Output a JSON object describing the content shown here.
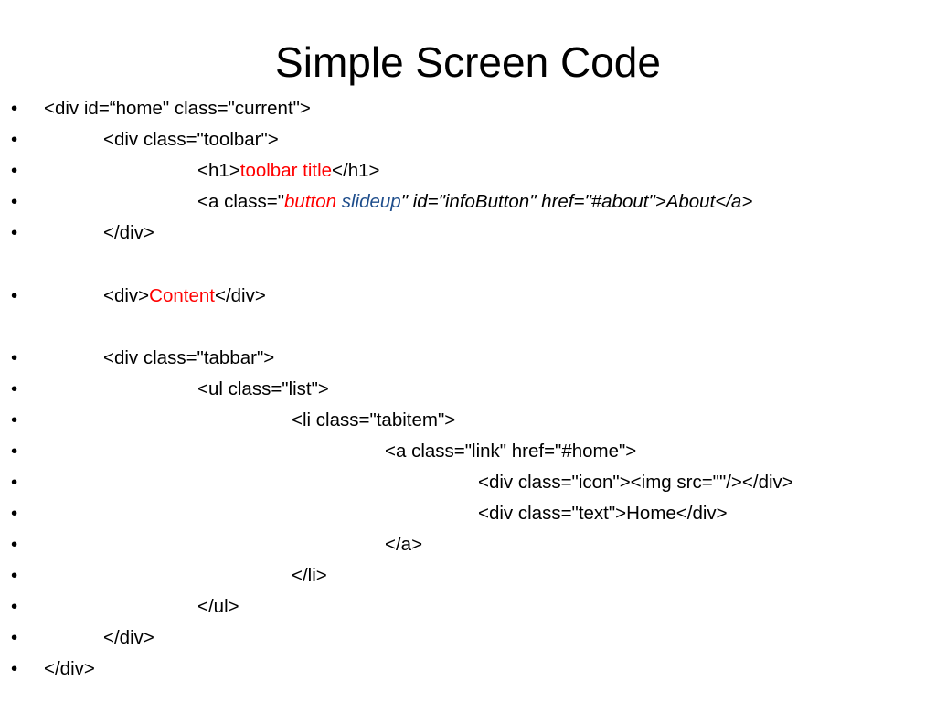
{
  "slide": {
    "title": "Simple Screen Code",
    "bullet_glyph": "•",
    "accent_colors": {
      "highlight": "#ff0000",
      "secondary": "#1f4e8c"
    }
  },
  "lines": {
    "l1": {
      "code": "<div id=“home\" class=\"current\">"
    },
    "l2": {
      "code": "<div class=\"toolbar\">"
    },
    "l3": {
      "open": "<h1>",
      "text": "toolbar title",
      "close": "</h1>"
    },
    "l4": {
      "prefix": "<a class=\"",
      "quote_open": "\"",
      "cls1": "button",
      "cls2": "slideup",
      "rest": "\" id=\"infoButton\" href=\"#about\">About</a>"
    },
    "l5": {
      "code": "</div>"
    },
    "l6": {
      "open": "<div>",
      "text": "Content",
      "close": "</div>"
    },
    "l7": {
      "code": "<div class=\"tabbar\">"
    },
    "l8": {
      "code": "<ul class=\"list\">"
    },
    "l9": {
      "code": "<li class=\"tabitem\">"
    },
    "l10": {
      "code": "<a class=\"link\" href=\"#home\">"
    },
    "l11": {
      "code": "<div class=\"icon\"><img src=\"\"/></div>"
    },
    "l12": {
      "code": "<div class=\"text\">Home</div>"
    },
    "l13": {
      "code": "</a>"
    },
    "l14": {
      "code": "</li>"
    },
    "l15": {
      "code": "</ul>"
    },
    "l16": {
      "code": "</div>"
    },
    "l17": {
      "code": "</div>"
    }
  }
}
